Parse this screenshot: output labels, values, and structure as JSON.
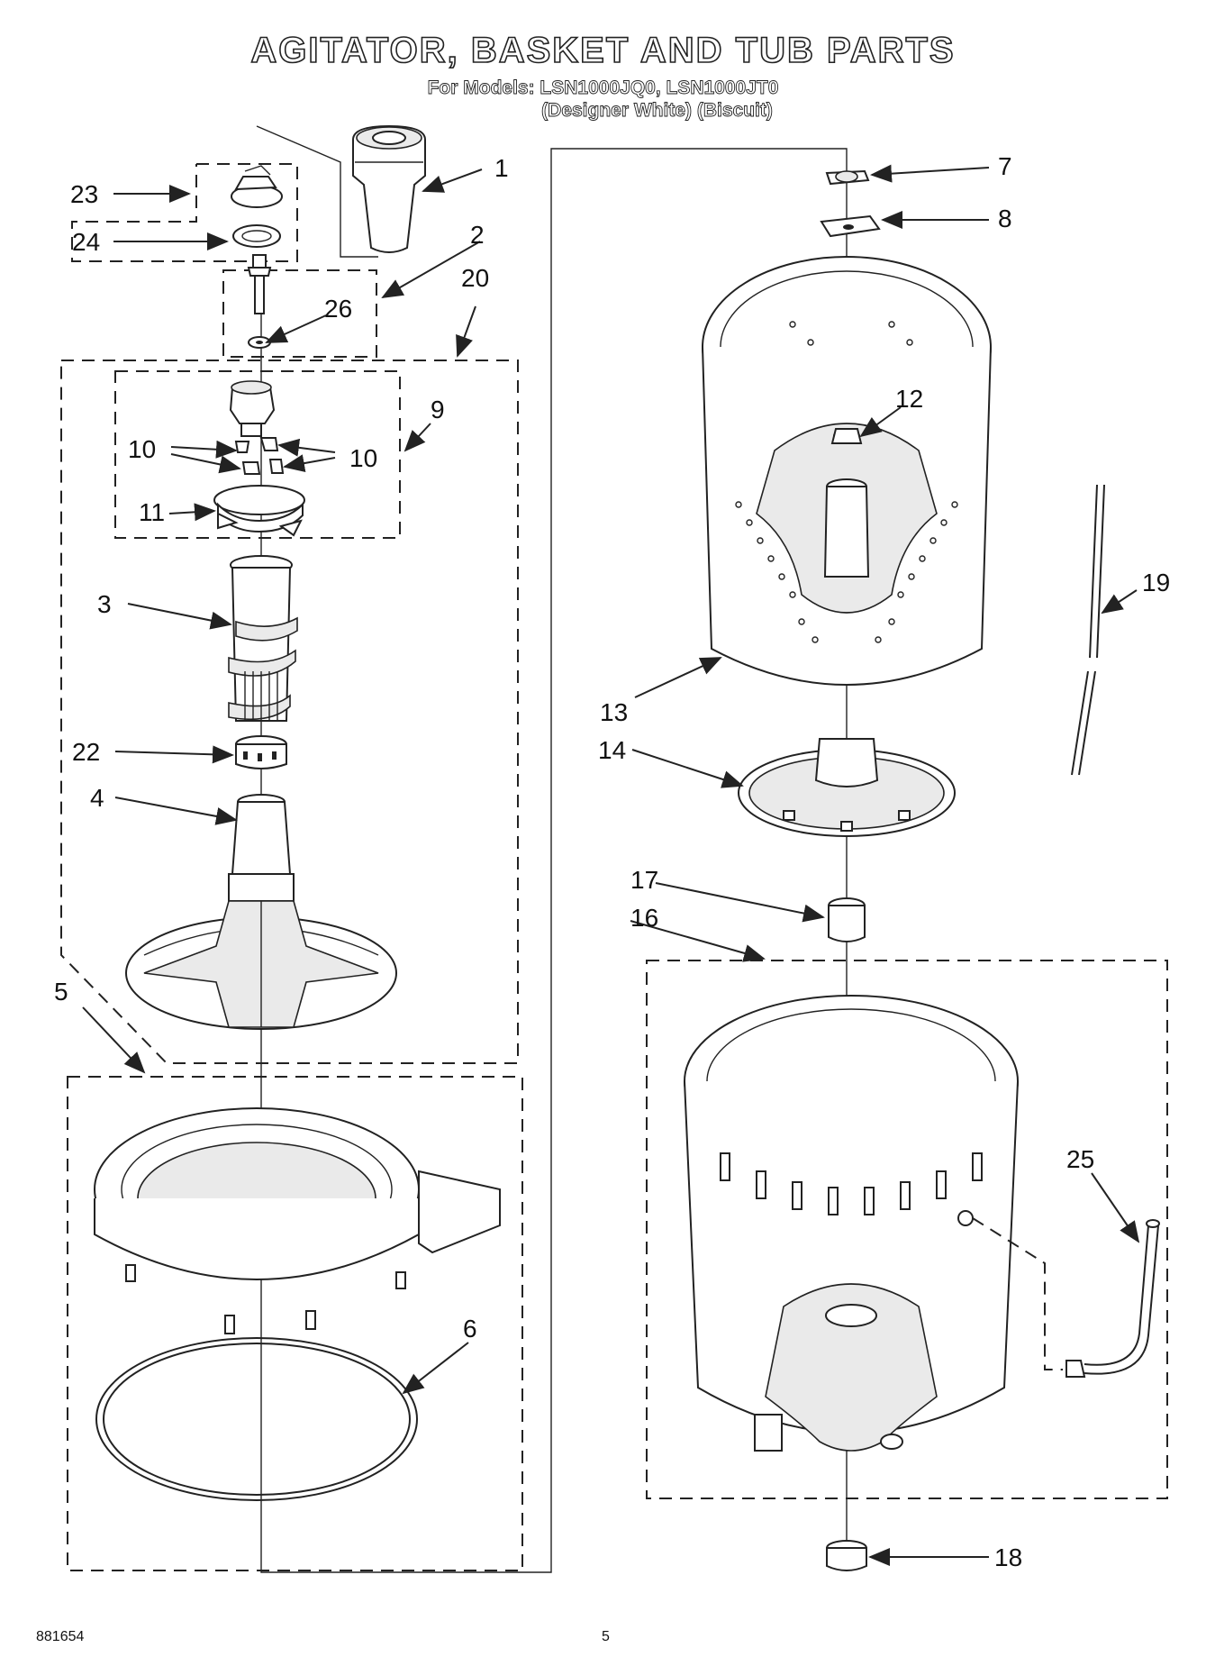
{
  "header": {
    "title": "AGITATOR, BASKET AND TUB PARTS",
    "models_line": "For Models: LSN1000JQ0, LSN1000JT0",
    "colors_line": "(Designer White)  (Biscuit)"
  },
  "footer": {
    "doc_number": "881654",
    "page_number": "5"
  },
  "callouts": {
    "c1": "1",
    "c2": "2",
    "c3": "3",
    "c4": "4",
    "c5": "5",
    "c6": "6",
    "c7": "7",
    "c8": "8",
    "c9": "9",
    "c10a": "10",
    "c10b": "10",
    "c11": "11",
    "c12": "12",
    "c13": "13",
    "c14": "14",
    "c16": "16",
    "c17": "17",
    "c18": "18",
    "c19": "19",
    "c20": "20",
    "c22": "22",
    "c23": "23",
    "c24": "24",
    "c25": "25",
    "c26": "26"
  }
}
